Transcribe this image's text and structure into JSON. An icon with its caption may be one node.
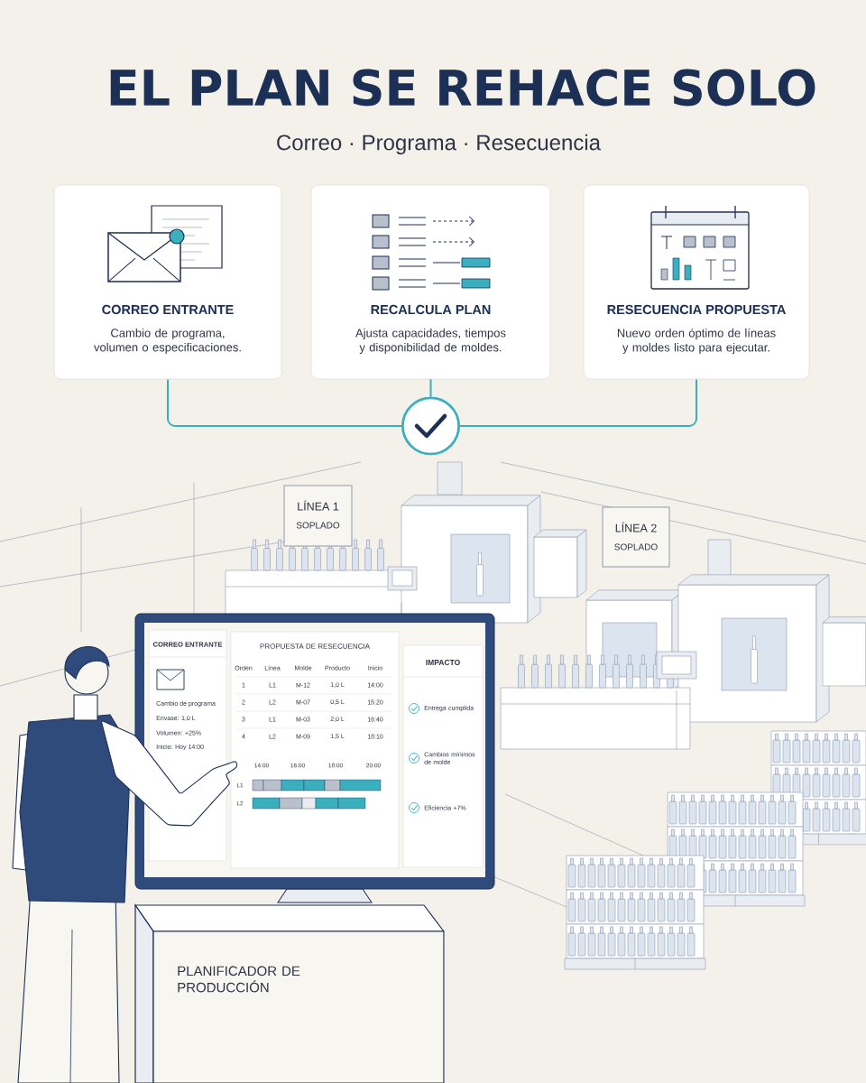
{
  "diagram": {
    "title": "EL PLAN SE REHACE SOLO",
    "nodes": [
      {
        "text": [
          "CORREO ENTRANTE",
          "Cambio de programa, volumen o especificaciones."
        ]
      },
      {
        "text": [
          "RECALCULA PLAN",
          "Ajusta capacidades, tiempos y disponibilidad de moldes."
        ]
      },
      {
        "text": [
          "RESECUENCIA PROPUESTA",
          "Nuevo orden óptimo de líneas y moldes listo para ejecutar."
        ]
      },
      {
        "text": [],
        "shape": "circle"
      },
      {
        "text": [
          "LÍNEA 1",
          "SOPLADO"
        ]
      },
      {
        "text": [
          "LÍNEA 2",
          "SOPLADO"
        ]
      },
      {
        "text": [
          "CORREO ENTRANTE",
          "Cambio de programa",
          "Envase: 1,0 L",
          "Volumen: +25%",
          "Inicio: Hoy 14:00"
        ]
      },
      {
        "text": [
          "PROPUESTA DE RESECUENCIA"
        ]
      },
      {
        "text": [
          "IMPACTO",
          "Entrega cumplida",
          "Cambios mínimos de molde",
          "Eficiencia +7%"
        ]
      },
      {
        "text": [
          "PLANIFICADOR DE PRODUCCIÓN"
        ]
      }
    ],
    "edges": [
      {
        "from": 0,
        "to": 3,
        "arrow": "none"
      },
      {
        "from": 1,
        "to": 3,
        "arrow": "none"
      },
      {
        "from": 2,
        "to": 3,
        "arrow": "none"
      }
    ],
    "labels": [
      "Correo · Programa · Resecuencia",
      "Orden",
      "Línea",
      "Molde",
      "Producto",
      "Inicio",
      "1",
      "L1",
      "M-12",
      "1,0 L",
      "14:00",
      "2",
      "L2",
      "M-07",
      "0,5 L",
      "15:20",
      "3",
      "L1",
      "M-03",
      "2,0 L",
      "16:40",
      "4",
      "L2",
      "M-09",
      "1,5 L",
      "18:10",
      "14:00",
      "16:00",
      "18:00",
      "20:00",
      "L1",
      "L2"
    ]
  }
}
